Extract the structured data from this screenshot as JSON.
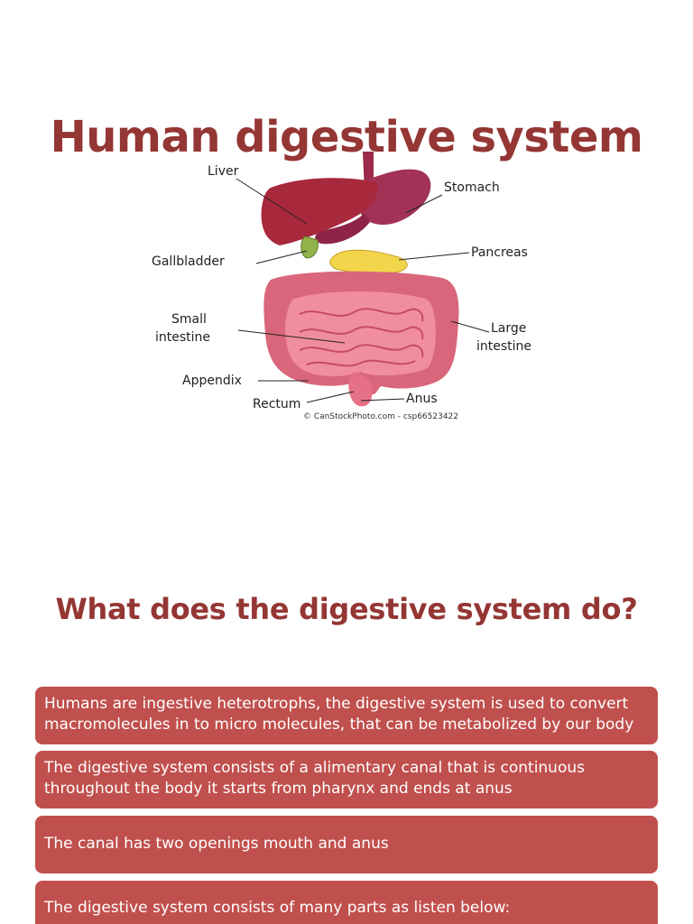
{
  "title": "Human digestive system",
  "diagram": {
    "labels": {
      "liver": "Liver",
      "stomach": "Stomach",
      "gallbladder": "Gallbladder",
      "pancreas": "Pancreas",
      "small_intestine_1": "Small",
      "small_intestine_2": "intestine",
      "large_intestine_1": "Large",
      "large_intestine_2": "intestine",
      "appendix": "Appendix",
      "rectum": "Rectum",
      "anus": "Anus"
    },
    "watermark": "© CanStockPhoto.com - csp66523422"
  },
  "subtitle": "What does the digestive system do?",
  "boxes": [
    {
      "text": "Humans are ingestive heterotrophs, the digestive system is used to convert macromolecules in to micro molecules, that can be metabolized by our body"
    },
    {
      "text": "The digestive system consists of a alimentary canal that is continuous throughout the body it starts from pharynx and ends at anus"
    },
    {
      "text": "The canal has two openings mouth and anus"
    },
    {
      "text": "The digestive system consists of many parts as listen below:"
    }
  ],
  "colors": {
    "title": "#943634",
    "box_fill": "#c0504d",
    "box_text": "#ffffff"
  }
}
